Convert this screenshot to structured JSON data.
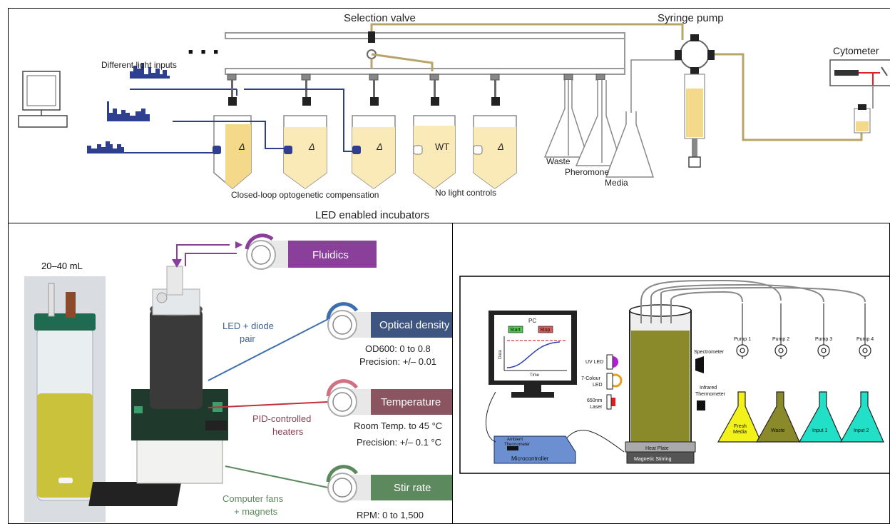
{
  "top_panel": {
    "selection_valve": "Selection valve",
    "syringe_pump": "Syringe pump",
    "cytometer": "Cytometer",
    "different_light_inputs": "Different light inputs",
    "ellipsis": "■ ■ ■",
    "vial_labels": [
      "Δ",
      "Δ",
      "Δ",
      "WT",
      "Δ"
    ],
    "waste": "Waste",
    "pheromone": "Pheromone",
    "media": "Media",
    "closed_loop": "Closed-loop optogenetic compensation",
    "no_light": "No light controls",
    "led_incubators": "LED enabled incubators"
  },
  "bottom_left": {
    "volume": "20–40 mL",
    "fluidics": "Fluidics",
    "optical_density": "Optical density",
    "od_range": "OD600: 0 to 0.8",
    "od_precision": "Precision: +/– 0.01",
    "temperature": "Temperature",
    "temp_range": "Room Temp. to 45 °C",
    "temp_precision": "Precision: +/– 0.1 °C",
    "stir_rate": "Stir rate",
    "rpm": "RPM: 0 to 1,500",
    "led_diode_1": "LED + diode",
    "led_diode_2": "pair",
    "pid_1": "PID-controlled",
    "pid_2": "heaters",
    "fans_1": "Computer fans",
    "fans_2": "+ magnets",
    "colors": {
      "fluidics": "#8a3f9a",
      "optical": "#3d5580",
      "temperature": "#8a5560",
      "stir": "#5c8a5e"
    }
  },
  "bottom_right": {
    "pc": "PC",
    "start": "Start",
    "stop": "Stop",
    "data": "Data",
    "time": "Time",
    "uv_led": "UV LED",
    "seven_colour_1": "7-Colour",
    "seven_colour_2": "LED",
    "laser_1": "650nm",
    "laser_2": "Laser",
    "spectrometer": "Spectrometer",
    "infrared_1": "Infrared",
    "infrared_2": "Thermometer",
    "ambient_1": "Ambient",
    "ambient_2": "Thermometer",
    "microcontroller": "Microcontroller",
    "heat_plate": "Heat Plate",
    "magnetic_stirring": "Magnetic Stirring",
    "pumps": [
      "Pump 1",
      "Pump 2",
      "Pump 3",
      "Pump 4"
    ],
    "flasks": [
      {
        "label1": "Fresh",
        "label2": "Media",
        "color": "#f2f21a"
      },
      {
        "label1": "Waste",
        "label2": "",
        "color": "#8a8a2a"
      },
      {
        "label1": "Input 1",
        "label2": "",
        "color": "#22e0c8"
      },
      {
        "label1": "Input 2",
        "label2": "",
        "color": "#22e0c8"
      }
    ]
  }
}
